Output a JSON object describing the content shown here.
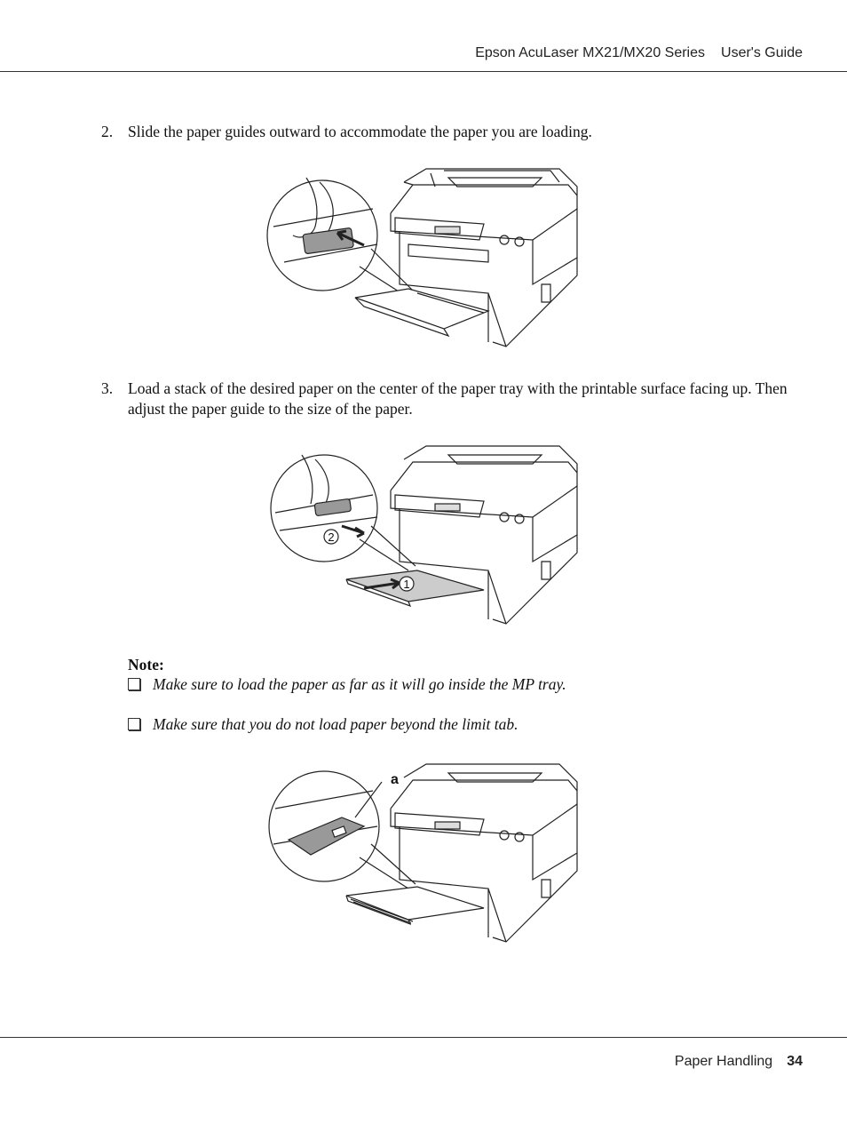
{
  "header": {
    "product": "Epson AcuLaser MX21/MX20 Series",
    "guide": "User's Guide"
  },
  "steps": [
    {
      "number": "2.",
      "text": "Slide the paper guides outward to accommodate the paper you are loading."
    },
    {
      "number": "3.",
      "text": "Load a stack of the desired paper on the center of the paper tray with the printable surface facing up. Then adjust the paper guide to the size of the paper."
    }
  ],
  "figures": {
    "fig2": {
      "callout_1": "2",
      "callout_2": "1"
    },
    "fig3": {
      "callout": "a"
    }
  },
  "note": {
    "title": "Note:",
    "items": [
      "Make sure to load the paper as far as it will go inside the MP tray.",
      "Make sure that you do not load paper beyond the limit tab."
    ]
  },
  "footer": {
    "section": "Paper Handling",
    "page": "34"
  }
}
